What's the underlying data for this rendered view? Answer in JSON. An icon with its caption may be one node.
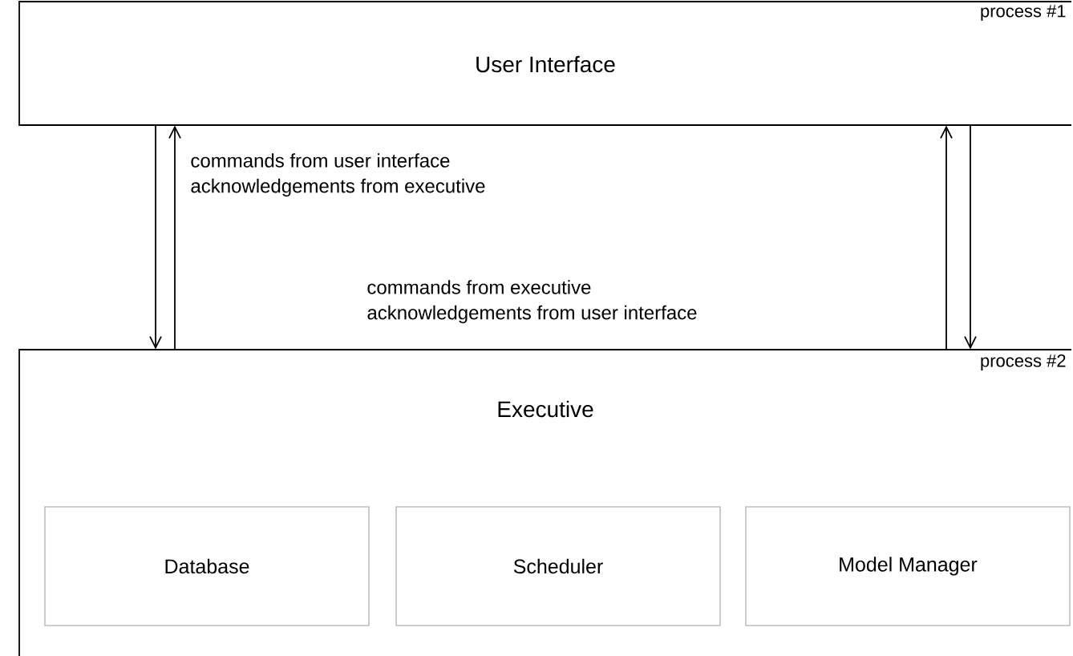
{
  "diagram": {
    "nodes": [
      {
        "text": [
          "User Interface",
          "process #1"
        ]
      },
      {
        "text": [
          "Executive",
          "process #2"
        ]
      },
      {
        "text": [
          "Database"
        ],
        "in": 1
      },
      {
        "text": [
          "Scheduler"
        ],
        "in": 1
      },
      {
        "text": [
          "Model Manager"
        ],
        "in": 1
      }
    ],
    "edges": [
      {
        "from": 0,
        "to": 1,
        "arrow": "to"
      },
      {
        "from": 1,
        "to": 0,
        "arrow": "to"
      },
      {
        "from": 1,
        "to": 0,
        "arrow": "to"
      },
      {
        "from": 0,
        "to": 1,
        "arrow": "to"
      }
    ],
    "labels": [
      "commands from user interface",
      "acknowledgements from executive",
      "commands from executive",
      "acknowledgements from user interface"
    ]
  }
}
